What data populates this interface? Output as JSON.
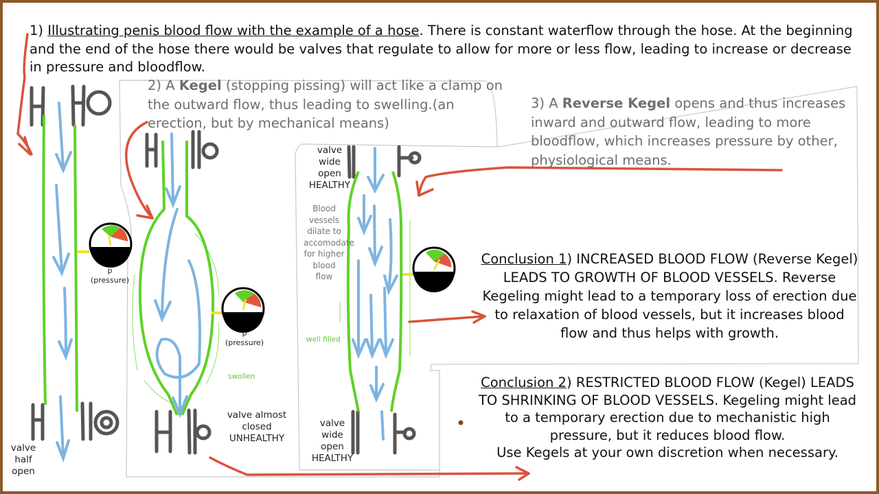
{
  "intro": {
    "number": "1) ",
    "underlined": "Illustrating penis blood flow with the example of a hose",
    "rest": ". There is constant waterflow through the hose. At the beginning and the end of the hose there would be valves that regulate to allow for more or less flow, leading to increase or decrease in pressure and bloodflow."
  },
  "note2": {
    "prefix": "2) A ",
    "bold": "Kegel",
    "rest": " (stopping pissing) will act like a clamp on the outward flow, thus leading to swelling.(an erection, but by mechanical means)"
  },
  "note3": {
    "prefix": "3) A ",
    "bold": "Reverse Kegel",
    "rest": " opens and thus increases inward and outward flow, leading to more bloodflow, which increases pressure by other, physiological means."
  },
  "conclusion1": {
    "title": "Conclusion 1",
    "text": ") INCREASED BLOOD FLOW (Reverse Kegel) LEADS TO GROWTH OF BLOOD VESSELS. Reverse Kegeling might lead to a temporary loss of erection due to relaxation of blood vessels, but it increases blood flow and thus helps with growth."
  },
  "conclusion2": {
    "title": "Conclusion 2",
    "text": ") RESTRICTED BLOOD FLOW (Kegel) LEADS TO SHRINKING OF BLOOD VESSELS. Kegeling might lead to a temporary erection due to mechanistic high pressure, but it reduces blood flow.",
    "advice": "Use Kegels at your own discretion when necessary."
  },
  "labels": {
    "hose1_valve": "valve half open",
    "hose2_valve": "valve almost closed UNHEALTHY",
    "hose3_top_valve": "valve wide open HEALTHY",
    "hose3_bottom_valve": "valve wide open HEALTHY",
    "gauge_label": "p",
    "gauge_sub": "(pressure)",
    "swollen": "swollen",
    "well_filled": "well filled",
    "dilate": "Blood vessels dilate to accomodate for higher blood flow"
  },
  "colors": {
    "frame": "#8B5A2B",
    "vessel": "#5fd12a",
    "flow": "#7eb4e2",
    "valve": "#555555",
    "arrow": "#d9543c",
    "gauge_green": "#5fd12a",
    "gauge_red": "#e05a3a",
    "gauge_link": "#f2e21a"
  }
}
